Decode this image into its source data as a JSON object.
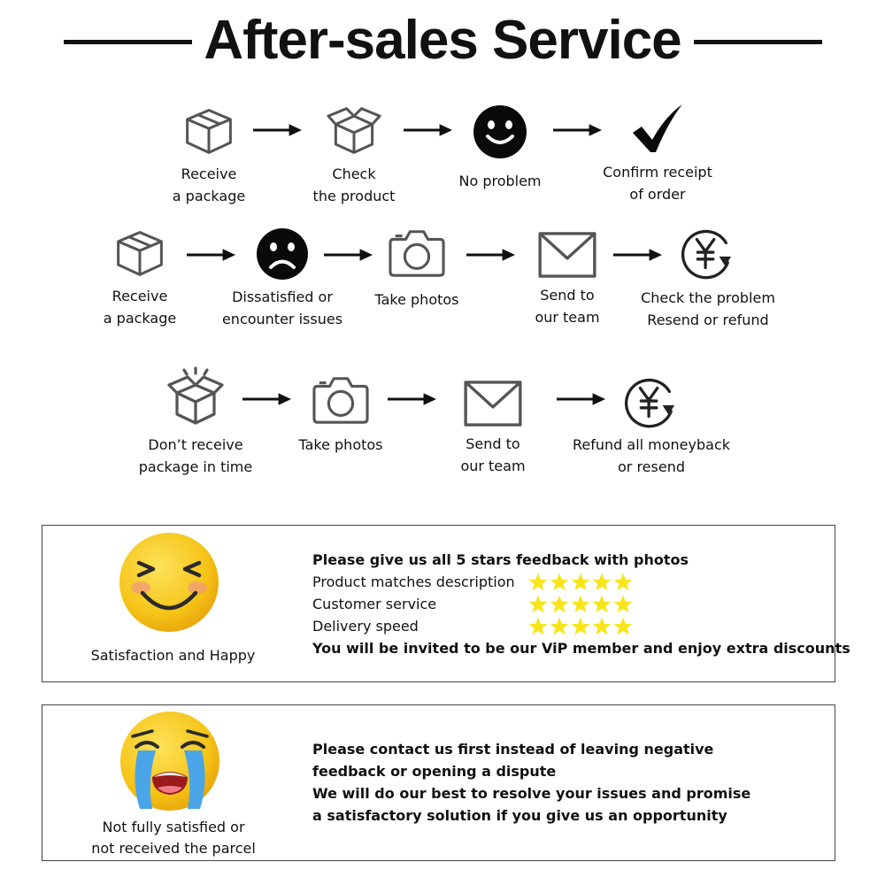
{
  "title": "After-sales Service",
  "flow1": {
    "steps": [
      {
        "icon": "package-closed-icon",
        "lines": [
          "Receive",
          "a package"
        ]
      },
      {
        "icon": "package-open-icon",
        "lines": [
          "Check",
          "the product"
        ]
      },
      {
        "icon": "smiling-face-icon",
        "lines": [
          "No problem"
        ]
      },
      {
        "icon": "checkmark-icon",
        "lines": [
          "Confirm receipt",
          "of order"
        ]
      }
    ]
  },
  "flow2": {
    "steps": [
      {
        "icon": "package-closed-icon",
        "lines": [
          "Receive",
          "a package"
        ]
      },
      {
        "icon": "sad-face-icon",
        "lines": [
          "Dissatisfied or",
          "encounter issues"
        ]
      },
      {
        "icon": "camera-icon",
        "lines": [
          "Take photos"
        ]
      },
      {
        "icon": "envelope-icon",
        "lines": [
          "Send to",
          "our team"
        ]
      },
      {
        "icon": "yen-refund-icon",
        "lines": [
          "Check the problem",
          "Resend or refund"
        ]
      }
    ]
  },
  "flow3": {
    "steps": [
      {
        "icon": "package-burst-icon",
        "lines": [
          "Don’t receive",
          "package in time"
        ]
      },
      {
        "icon": "camera-icon",
        "lines": [
          "Take photos"
        ]
      },
      {
        "icon": "envelope-icon",
        "lines": [
          "Send to",
          "our team"
        ]
      },
      {
        "icon": "yen-refund-icon",
        "lines": [
          "Refund all moneyback",
          "or resend"
        ]
      }
    ]
  },
  "happy_panel": {
    "face_icon": "laughing-emoji-icon",
    "face_label": "Satisfaction and Happy",
    "headline": "Please give us all 5 stars feedback with photos",
    "ratings": [
      {
        "label": "Product matches description",
        "stars": 5
      },
      {
        "label": "Customer service",
        "stars": 5
      },
      {
        "label": "Delivery speed",
        "stars": 5
      }
    ],
    "footer": "You will be invited to be our ViP member and enjoy extra discounts"
  },
  "sad_panel": {
    "face_icon": "crying-emoji-icon",
    "face_label_lines": [
      "Not fully satisfied or",
      "not received the parcel"
    ],
    "message_lines": [
      "Please contact us first instead of leaving negative",
      "feedback or opening a dispute",
      "We will do our best to resolve your issues and promise",
      "a satisfactory solution if you give us an opportunity"
    ]
  },
  "colors": {
    "star": "#f7e51c",
    "emoji_yellow": "#f5c316",
    "emoji_blush": "#f29a7a",
    "tears": "#4aa5e8",
    "line_gray": "#555555"
  }
}
